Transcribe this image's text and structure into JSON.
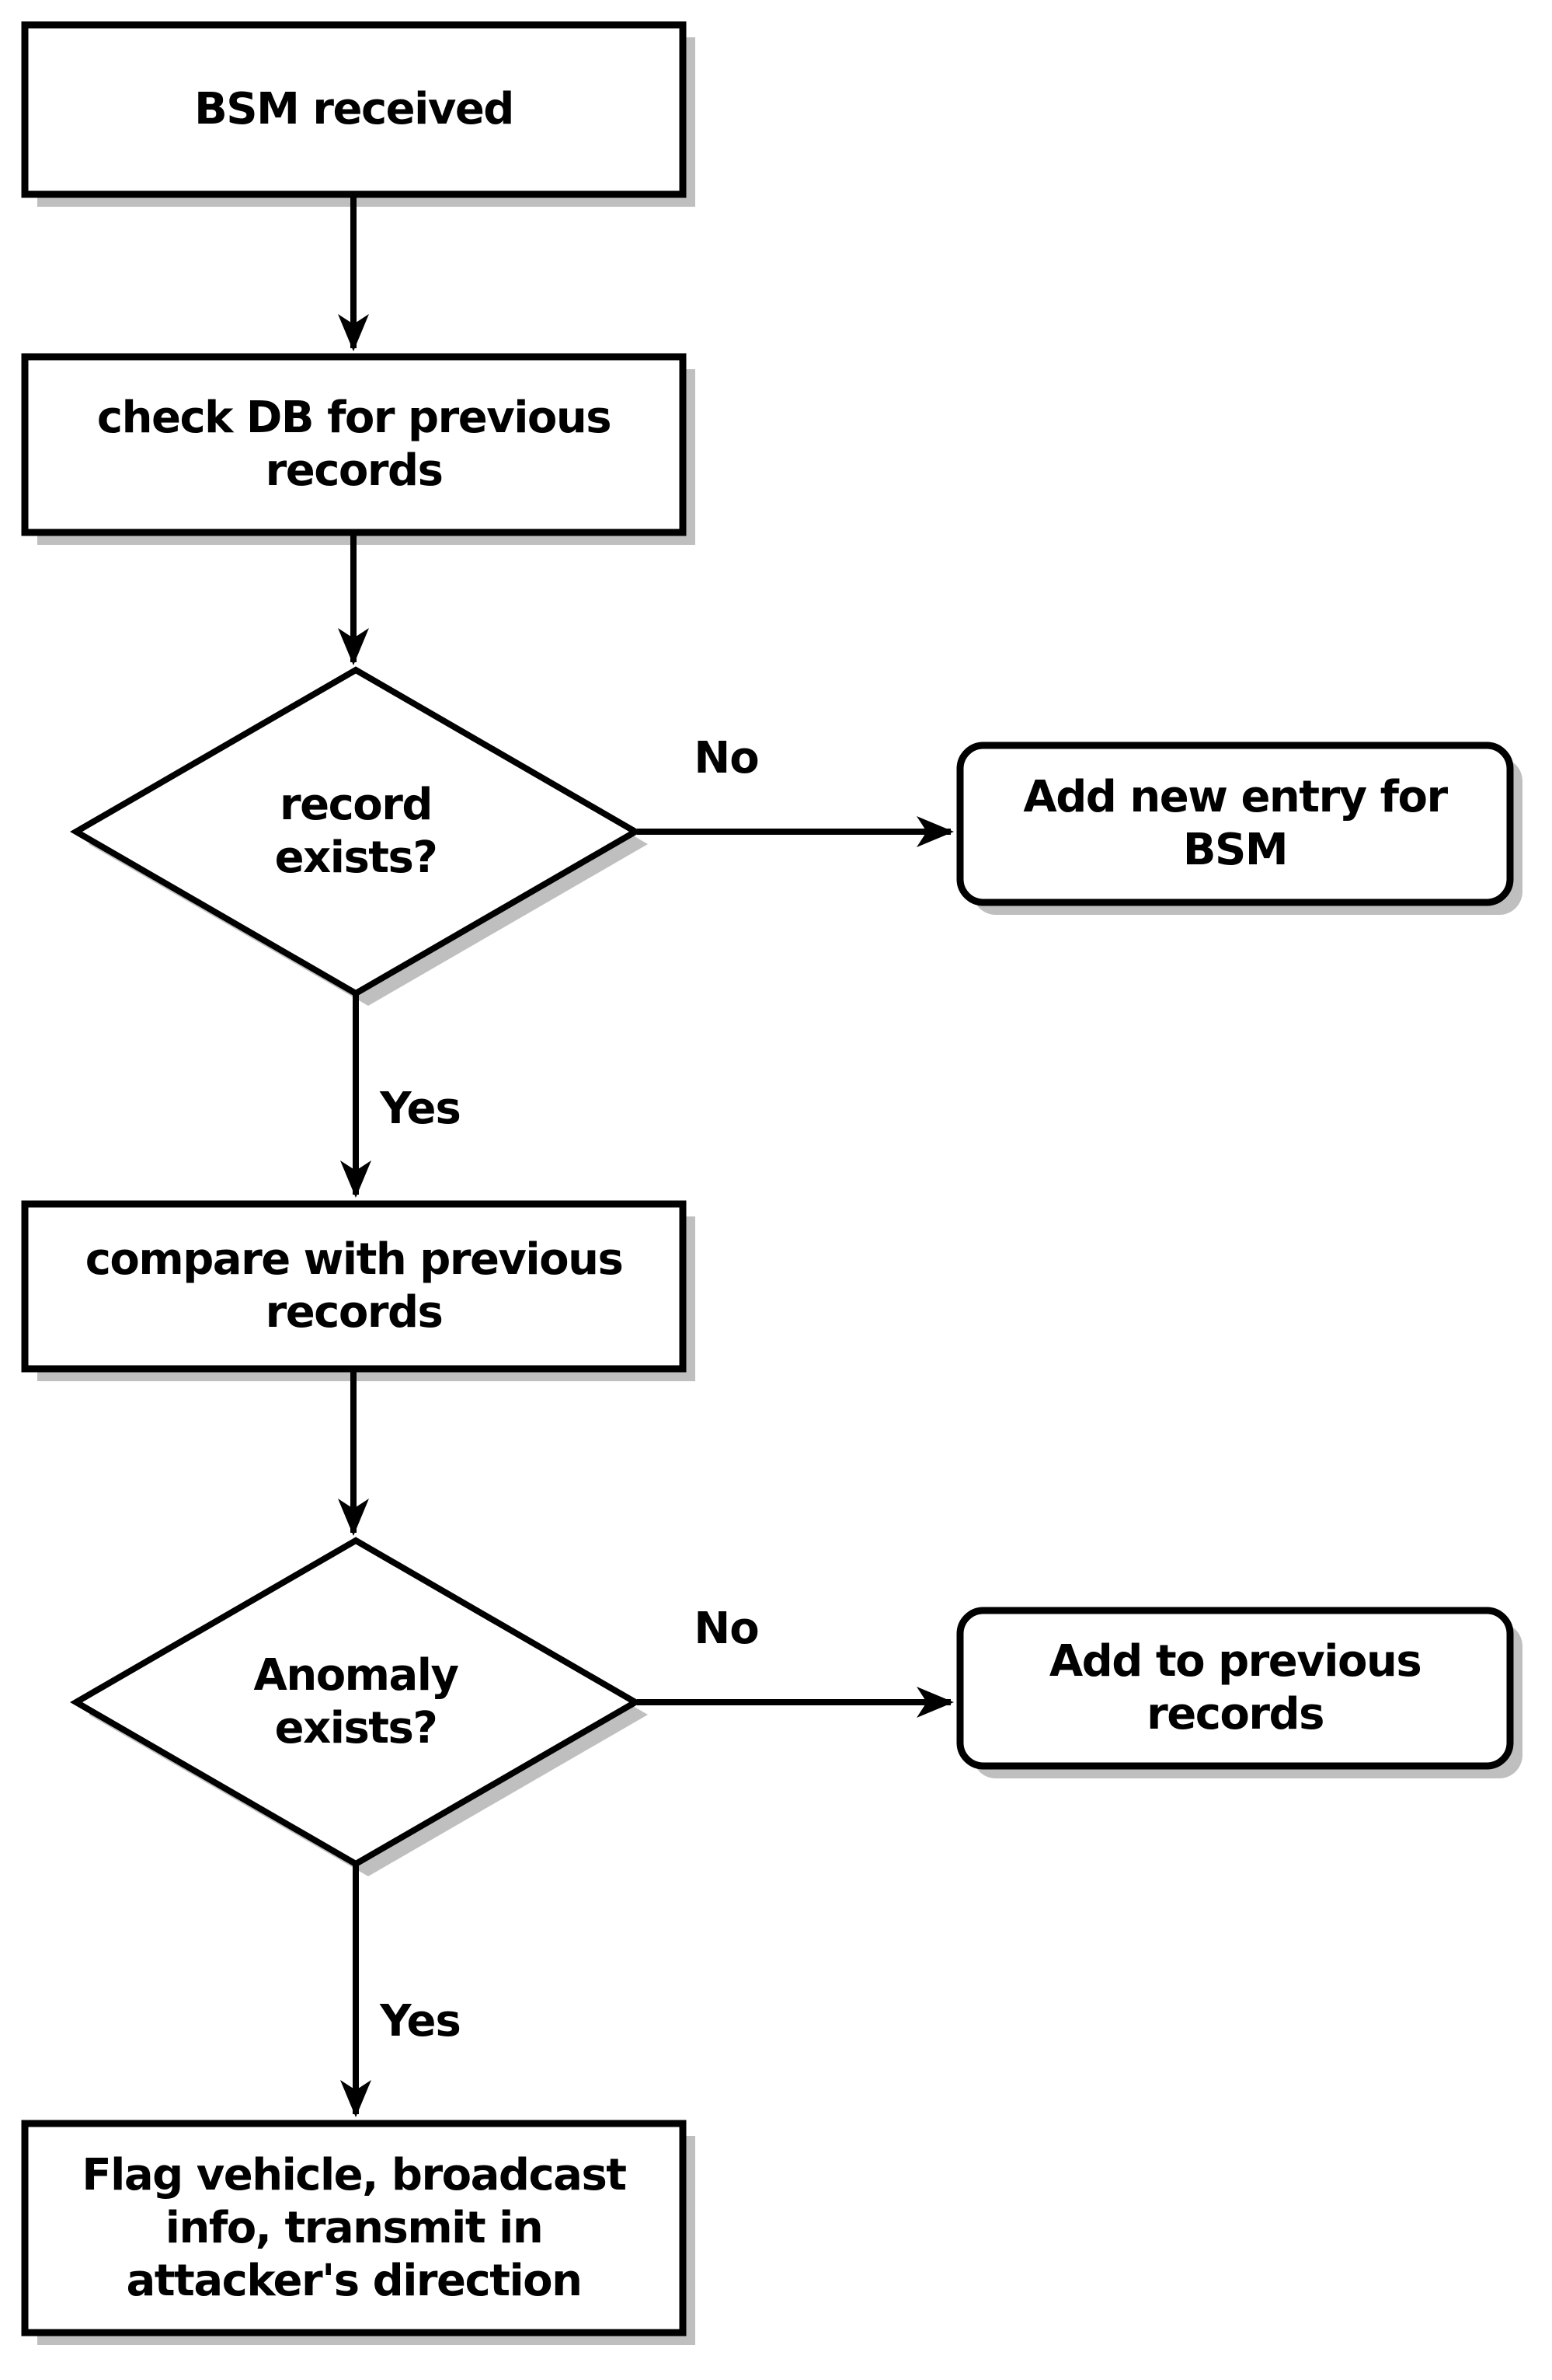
{
  "diagram": {
    "type": "flowchart",
    "colors": {
      "background": "#ffffff",
      "node_fill": "#ffffff",
      "node_border": "#000000",
      "shadow": "#bfbfbf",
      "text": "#000000",
      "arrow": "#000000"
    },
    "nodes": {
      "bsm_received": {
        "shape": "rectangle",
        "label": "BSM received"
      },
      "check_db": {
        "shape": "rectangle",
        "label": "check DB for previous\nrecords"
      },
      "record_exists": {
        "shape": "diamond",
        "label": "record\nexists?"
      },
      "add_new_entry": {
        "shape": "rounded-rectangle",
        "label": "Add new entry for\nBSM"
      },
      "compare_records": {
        "shape": "rectangle",
        "label": "compare with previous\nrecords"
      },
      "anomaly_exists": {
        "shape": "diamond",
        "label": "Anomaly\nexists?"
      },
      "add_to_previous": {
        "shape": "rounded-rectangle",
        "label": "Add to previous\nrecords"
      },
      "flag_vehicle": {
        "shape": "rectangle",
        "label": "Flag vehicle, broadcast\ninfo, transmit in\nattacker's direction"
      }
    },
    "edges": {
      "record_no_label": "No",
      "record_yes_label": "Yes",
      "anomaly_no_label": "No",
      "anomaly_yes_label": "Yes"
    }
  }
}
